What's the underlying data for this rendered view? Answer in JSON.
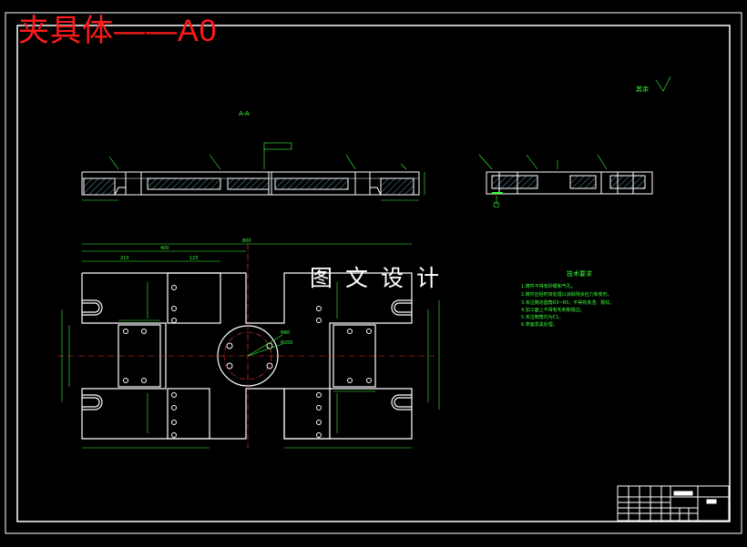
{
  "header": {
    "title": "夹具体——A0"
  },
  "watermark": {
    "text": "图文设计"
  },
  "section_view": {
    "label": "A-A"
  },
  "surface_note": {
    "label": "其余"
  },
  "tech_requirements": {
    "title": "技术要求",
    "items": [
      "1.铸件不得有砂眼和气孔。",
      "2.铸件应经时效处理以消除残余应力和变形。",
      "3.未注铸造圆角R3~R5，不得有夹渣、裂纹。",
      "4.加工面上不得有毛刺和锐边。",
      "5.未注倒角均为C1。",
      "6.表面发黑处理。"
    ]
  },
  "dimensions": {
    "overall_length": "800",
    "half_length": "400",
    "left_offset": "210",
    "slot_width": "125",
    "hole_dia": "Φ80",
    "circle_dia": "Φ200"
  },
  "colors": {
    "background": "#000000",
    "outline": "#ffffff",
    "dimension": "#39ff39",
    "title_red": "#ff1a1a",
    "hatch": "#7fd7ff",
    "center_line": "#ff3b3b"
  }
}
